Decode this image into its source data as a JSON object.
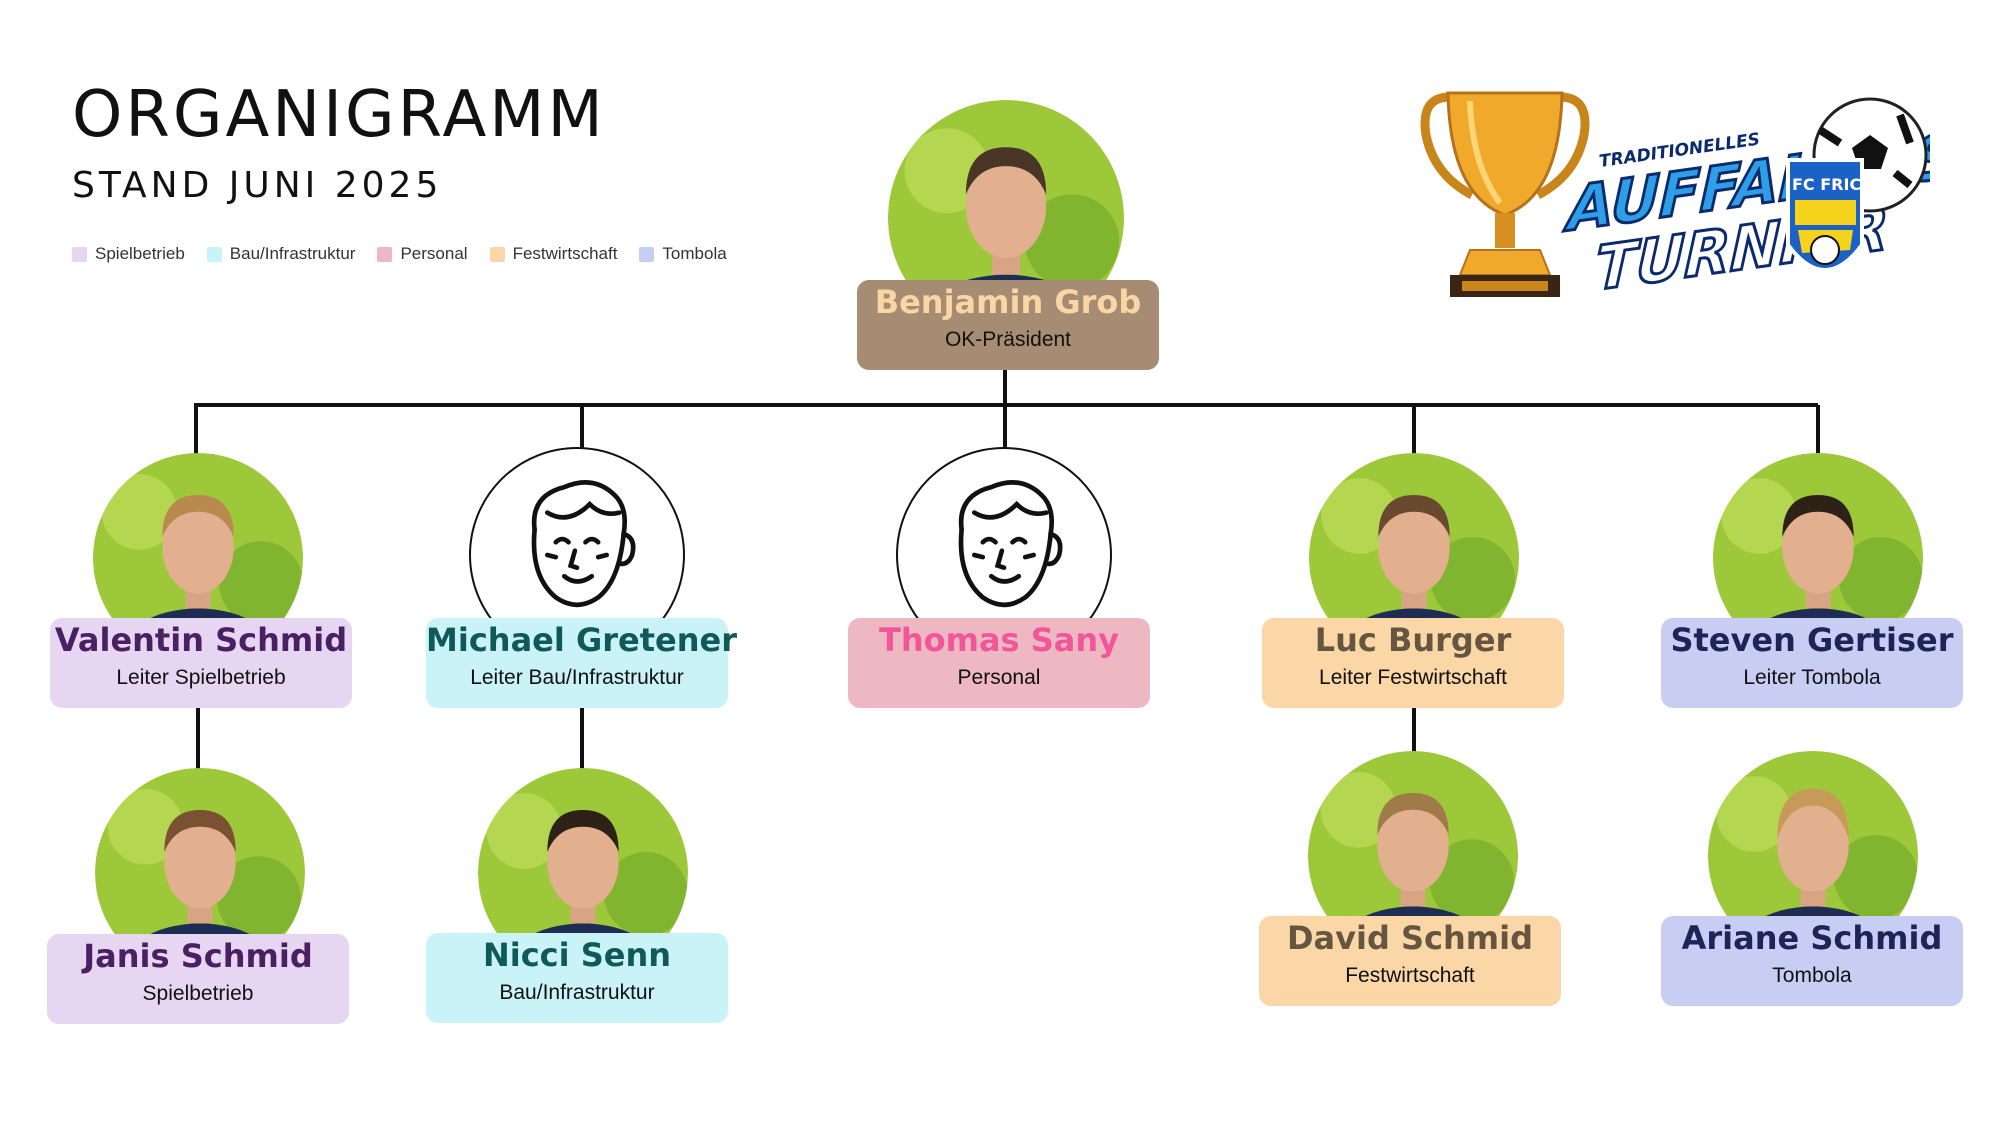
{
  "header": {
    "title": "ORGANIGRAMM",
    "subtitle": "STAND JUNI 2025"
  },
  "legend": [
    {
      "label": "Spielbetrieb",
      "color": "#e6d6f2"
    },
    {
      "label": "Bau/Infrastruktur",
      "color": "#c9f3f7"
    },
    {
      "label": "Personal",
      "color": "#eeb8c2"
    },
    {
      "label": "Festwirtschaft",
      "color": "#fbd6a6"
    },
    {
      "label": "Tombola",
      "color": "#c8cdf4"
    }
  ],
  "logo": {
    "line1": "TRADITIONELLES",
    "line2": "AUFFAHRTS",
    "line3": "TURNIER",
    "club": "FC FRICK"
  },
  "people": {
    "president": {
      "name": "Benjamin Grob",
      "role": "OK-Präsident"
    },
    "valentin": {
      "name": "Valentin Schmid",
      "role": "Leiter Spielbetrieb"
    },
    "michael": {
      "name": "Michael Gretener",
      "role": "Leiter Bau/Infrastruktur"
    },
    "thomas": {
      "name": "Thomas Sany",
      "role": "Personal"
    },
    "luc": {
      "name": "Luc Burger",
      "role": "Leiter Festwirtschaft"
    },
    "steven": {
      "name": "Steven Gertiser",
      "role": "Leiter Tombola"
    },
    "janis": {
      "name": "Janis Schmid",
      "role": "Spielbetrieb"
    },
    "nicci": {
      "name": "Nicci Senn",
      "role": "Bau/Infrastruktur"
    },
    "david": {
      "name": "David Schmid",
      "role": "Festwirtschaft"
    },
    "ariane": {
      "name": "Ariane Schmid",
      "role": "Tombola"
    }
  },
  "colors": {
    "president_bg": "#a58c73",
    "president_text": "#fad6a5",
    "spielbetrieb_bg": "#e6d6f2",
    "spielbetrieb_text": "#4b2063",
    "bau_bg": "#c9f3f7",
    "bau_text": "#0f5a57",
    "personal_bg": "#eeb8c2",
    "personal_text": "#f2569a",
    "fest_bg": "#fbd6a6",
    "fest_text": "#655641",
    "tombola_bg": "#c8cdf4",
    "tombola_text": "#1e2457"
  }
}
